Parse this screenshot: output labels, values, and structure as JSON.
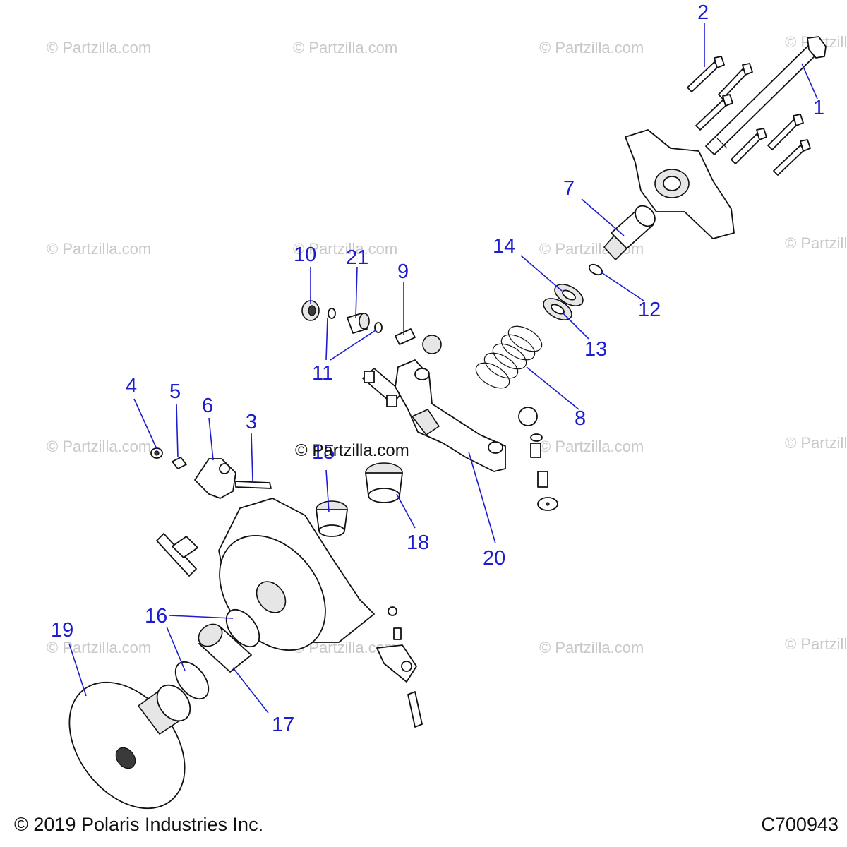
{
  "watermark": {
    "text": "© Partzilla.com",
    "overlay_text": "© Partzilla.com"
  },
  "callouts": [
    {
      "id": "c1",
      "label": "1"
    },
    {
      "id": "c2",
      "label": "2"
    },
    {
      "id": "c3",
      "label": "3"
    },
    {
      "id": "c4",
      "label": "4"
    },
    {
      "id": "c5",
      "label": "5"
    },
    {
      "id": "c6",
      "label": "6"
    },
    {
      "id": "c7",
      "label": "7"
    },
    {
      "id": "c8",
      "label": "8"
    },
    {
      "id": "c9",
      "label": "9"
    },
    {
      "id": "c10",
      "label": "10"
    },
    {
      "id": "c11",
      "label": "11"
    },
    {
      "id": "c12",
      "label": "12"
    },
    {
      "id": "c13",
      "label": "13"
    },
    {
      "id": "c14",
      "label": "14"
    },
    {
      "id": "c15",
      "label": "15"
    },
    {
      "id": "c16",
      "label": "16"
    },
    {
      "id": "c17",
      "label": "17"
    },
    {
      "id": "c18",
      "label": "18"
    },
    {
      "id": "c19",
      "label": "19"
    },
    {
      "id": "c20",
      "label": "20"
    },
    {
      "id": "c21",
      "label": "21"
    }
  ],
  "footer": {
    "copyright": "© 2019 Polaris Industries Inc.",
    "diagram_code": "C700943"
  },
  "colors": {
    "callout": "#1c1cd0",
    "line_art": "#111111",
    "watermark": "#c8c8c8",
    "background": "#ffffff"
  }
}
